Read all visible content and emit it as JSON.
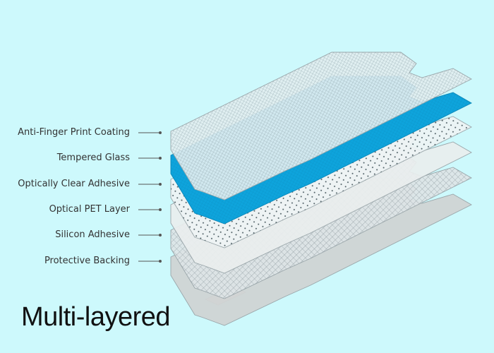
{
  "layers": [
    {
      "label": "Anti-Finger Print Coating",
      "pattern": "fine-grid",
      "fill": "#e2eef0"
    },
    {
      "label": "Tempered Glass",
      "pattern": "solid",
      "fill": "#0ea4dc"
    },
    {
      "label": "Optically Clear Adhesive",
      "pattern": "dots",
      "fill": "#eef3f4"
    },
    {
      "label": "Optical PET Layer",
      "pattern": "plain",
      "fill": "#e9eeee"
    },
    {
      "label": "Silicon Adhesive",
      "pattern": "diagonal-grid",
      "fill": "#dde4e6"
    },
    {
      "label": "Protective Backing",
      "pattern": "plain",
      "fill": "#cfd2d3"
    }
  ],
  "caption": "Multi-layered",
  "colors": {
    "background": "#cdf9fc",
    "accent": "#0ea4dc",
    "label_text": "#333333",
    "leader_line": "#555555"
  }
}
